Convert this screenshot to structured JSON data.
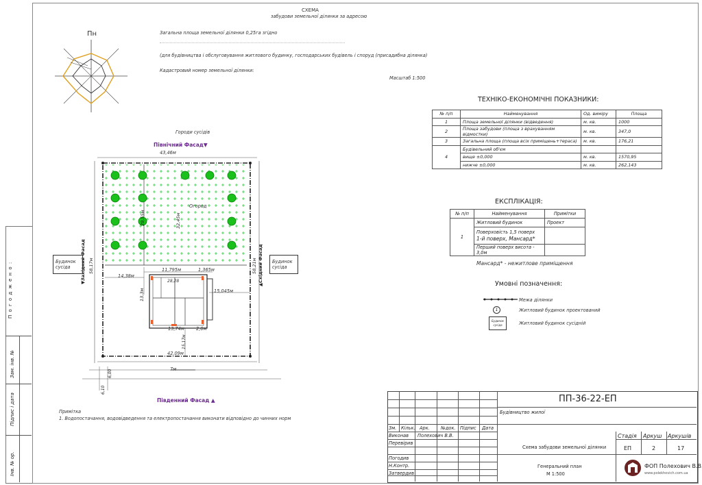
{
  "header": {
    "title": "СХЕМА",
    "subtitle": "забудови земельної ділянки за адресою",
    "line1": "Загальна площа земельної ділянки 0,25га згідно",
    "line2": "(для будівництва і обслуговування житлового будинку, господарських будівель і споруд (присадибна ділянка)",
    "line3": "Кадастровий номер земельної ділянки:",
    "scale": "Масштаб 1:500"
  },
  "compass": {
    "north": "Пн"
  },
  "site": {
    "top_caption": "Городи сусідів",
    "north_facade": "Північний Фасад▼",
    "south_facade": "Південний Фасад ▲",
    "west_facade": "▼Західний Фасад",
    "east_facade": "▲Східний Фасад",
    "neighbor_left": "Будинок сусіда",
    "neighbor_right": "Будинок сусіда",
    "garden": "Огород",
    "dims": {
      "top": "43,46м",
      "left": "58,17м",
      "right": "58,21м",
      "bottom": "42,09м",
      "d1": "29,55м",
      "d2": "32,45м",
      "d3": "14,38м",
      "d4": "11,795м",
      "d5": "1,365м",
      "d6": "15,045м",
      "d7": "13,3м",
      "d8": "13,74м",
      "d9": "2,6м",
      "d10": "15,17м",
      "d11": "7м",
      "d12": "6,10",
      "d13": "6,00",
      "d14": "28,28"
    }
  },
  "note": {
    "title": "Примітка",
    "text": "1. Водопостачання, водовідведення та електропостачання виконати відповідно до чинних норм"
  },
  "tep": {
    "title": "ТЕХНІКО-ЕКОНОМІЧНІ ПОКАЗНИКИ:",
    "headers": [
      "№ п/п",
      "Найменування",
      "Од. виміру",
      "Площа"
    ],
    "rows": [
      [
        "1",
        "Площа земельної ділянки (відведення)",
        "м. кв.",
        "1000"
      ],
      [
        "2",
        "Площа забудови (площа з врахуванням відмостки)",
        "м. кв.",
        "347,0"
      ],
      [
        "3",
        "Загальна площа (площа всіх приміщень+тераса)",
        "м. кв.",
        "176,21"
      ]
    ],
    "row4": {
      "num": "4",
      "name": "Будівельний об'єм",
      "sub1": "вище ±0,000",
      "sub2": "нижче ±0,000",
      "unit1": "м. кв.",
      "unit2": "м. кв.",
      "val1": "1570,95",
      "val2": "262,143"
    }
  },
  "exp": {
    "title": "ЕКСПЛІКАЦІЯ:",
    "headers": [
      "№ п/п",
      "Найменування",
      "Примітки"
    ],
    "num": "1",
    "r1": "Житловий будинок",
    "r1note": "Проект",
    "r2a": "Поверховість 1,5 поверх",
    "r2b": "1-й поверх, Мансард*",
    "r3": "Перший поверх висота - 3,0м",
    "footnote": "Мансард* - нежитлове приміщення"
  },
  "legend": {
    "title": "Умовні позначення:",
    "items": [
      "Межа ділянки",
      "Житловий будинок проектований",
      "Житловий будинок сусідній"
    ],
    "circle": "1",
    "box": "Будинок сусіда"
  },
  "stamp": {
    "code": "ПП-36-22-ЕП",
    "project": "Будівництво жилої",
    "cols": [
      "Зм.",
      "Кільк.",
      "Арк.",
      "№док.",
      "Підпис",
      "Дата"
    ],
    "rows": [
      [
        "Виконав",
        "Полехович В.В."
      ],
      [
        "Перевірив",
        ""
      ],
      [
        "",
        ""
      ],
      [
        "Погодив",
        ""
      ],
      [
        "Н.Контр.",
        ""
      ],
      [
        "Затвердив",
        ""
      ]
    ],
    "sheet_title": "Схема забудови земельної ділянки",
    "plan_title": "Генеральний план",
    "plan_scale": "М 1:500",
    "stage_h": "Стадія",
    "sheet_h": "Аркуш",
    "sheets_h": "Аркушів",
    "stage": "ЕП",
    "sheet": "2",
    "sheets": "17",
    "company": "ФОП Полехович В.В.",
    "site": "www.polekhovich.com.ua"
  },
  "side": {
    "agreed": "П о г о д ж е н о :",
    "inv": "Зам. інв. №",
    "sign": "Підпис і дата",
    "inv2": "Інв. № ор."
  },
  "colors": {
    "purple": "#6b2c8f",
    "green": "#2ecc40",
    "tree": "#19c11a",
    "orange": "#e8612c"
  }
}
